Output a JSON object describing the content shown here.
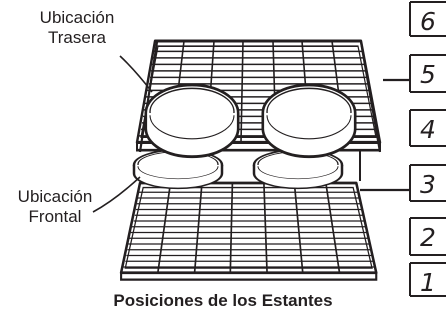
{
  "labels": {
    "rear_line1": "Ubicación",
    "rear_line2": "Trasera",
    "front_line1": "Ubicación",
    "front_line2": "Frontal"
  },
  "positions": [
    "1",
    "2",
    "3",
    "4",
    "5",
    "6"
  ],
  "caption": "Posiciones de los Estantes",
  "colors": {
    "ink": "#231f20",
    "background": "#ffffff"
  }
}
